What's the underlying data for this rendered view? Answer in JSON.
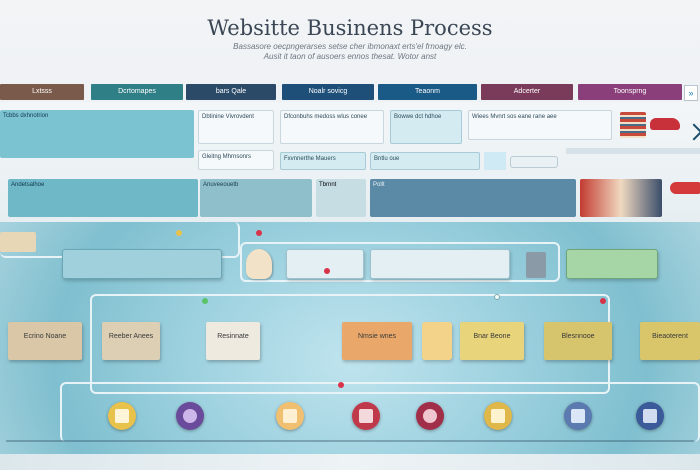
{
  "header": {
    "title": "Websitte Businens Process",
    "subtitle_line1": "Bassasore oecpngerarses setse cher ibmonaxt erts'el frnoagy elc.",
    "subtitle_line2": "Ausit it  taon  of  ausoers  ennos  thesat. Wotor anst"
  },
  "tabs": [
    {
      "label": "Lxtsss",
      "color": "#7a5a4a"
    },
    {
      "label": "Dcrtomapes",
      "color": "#2f7f87"
    },
    {
      "label": "bars Qale",
      "color": "#2a4a68"
    },
    {
      "label": "Noalr sovicg",
      "color": "#1d4f79"
    },
    {
      "label": "Teaonm",
      "color": "#1a5a86"
    },
    {
      "label": "Adcerter",
      "color": "#7a3a5a"
    },
    {
      "label": "Toonsprng",
      "color": "#8a3f7a"
    }
  ],
  "close_glyph": "»",
  "row1": [
    {
      "text": "Tcbbs dxhnotrion",
      "style": "lightblue"
    },
    {
      "text": "Dbtinine Vivrovdent",
      "style": "white"
    },
    {
      "text": "Dfconbuhs medoss wlus conee",
      "style": "white"
    },
    {
      "text": "Bowwe dct hdhoe",
      "style": "pale"
    },
    {
      "text": "Wiees  Mvnrt  sos  eane  rane  aee",
      "style": "white"
    }
  ],
  "row1b": [
    {
      "text": "Gleitng Mhrnsonrs",
      "style": "white"
    },
    {
      "text": "Fxvnnerthe Mauers",
      "style": "pale"
    },
    {
      "text": "Bntlu oue",
      "style": "pale"
    }
  ],
  "row2": [
    {
      "text": "Andetsalhoe",
      "style": "lightblue"
    },
    {
      "text": "Anuveeouetb",
      "style": "grey"
    },
    {
      "text": "Tbrnnt",
      "style": "pale"
    },
    {
      "text": "Pollt",
      "style": "white"
    }
  ],
  "process_cards": [
    {
      "label": "Ecrino Noane",
      "color": "#d9c7a7"
    },
    {
      "label": "Reeber Anees",
      "color": "#dccfb4"
    },
    {
      "label": "Resinnate",
      "color": "#efeae0"
    },
    {
      "label": "Nmsie wnes",
      "color": "#e9a86a"
    },
    {
      "label": "Bnar Beone",
      "color": "#e8d47a"
    },
    {
      "label": "Blesnnooe",
      "color": "#d7c56d"
    },
    {
      "label": "Bieaoterent",
      "color": "#d9c66a"
    }
  ],
  "circle_colors": [
    "#e9c24c",
    "#6a4a9a",
    "#f0c070",
    "#c0394a",
    "#a12f4a",
    "#e0b84a",
    "#5a7ab0",
    "#3a5a9a"
  ]
}
